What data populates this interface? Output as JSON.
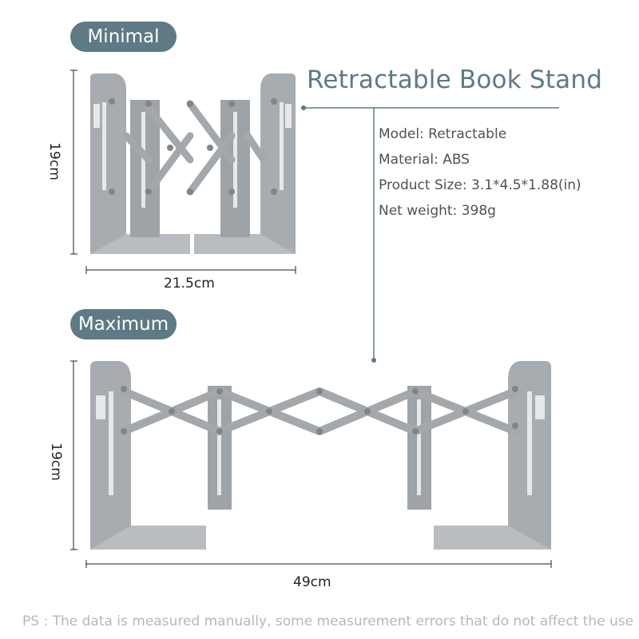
{
  "labels": {
    "minimal": "Minimal",
    "maximum": "Maximum"
  },
  "product": {
    "title": "Retractable Book Stand",
    "specs": [
      "Model: Retractable",
      "Material: ABS",
      "Product Size: 3.1*4.5*1.88(in)",
      "Net weight: 398g"
    ]
  },
  "dimensions": {
    "minimal_height": "19cm",
    "minimal_width": "21.5cm",
    "maximum_height": "19cm",
    "maximum_width": "49cm"
  },
  "note": "PS : The data is measured manually, some measurement errors that do not affect the use",
  "colors": {
    "accent": "#5e7a84",
    "stand": "#a9aeb2",
    "stand_dark": "#8c9296"
  }
}
